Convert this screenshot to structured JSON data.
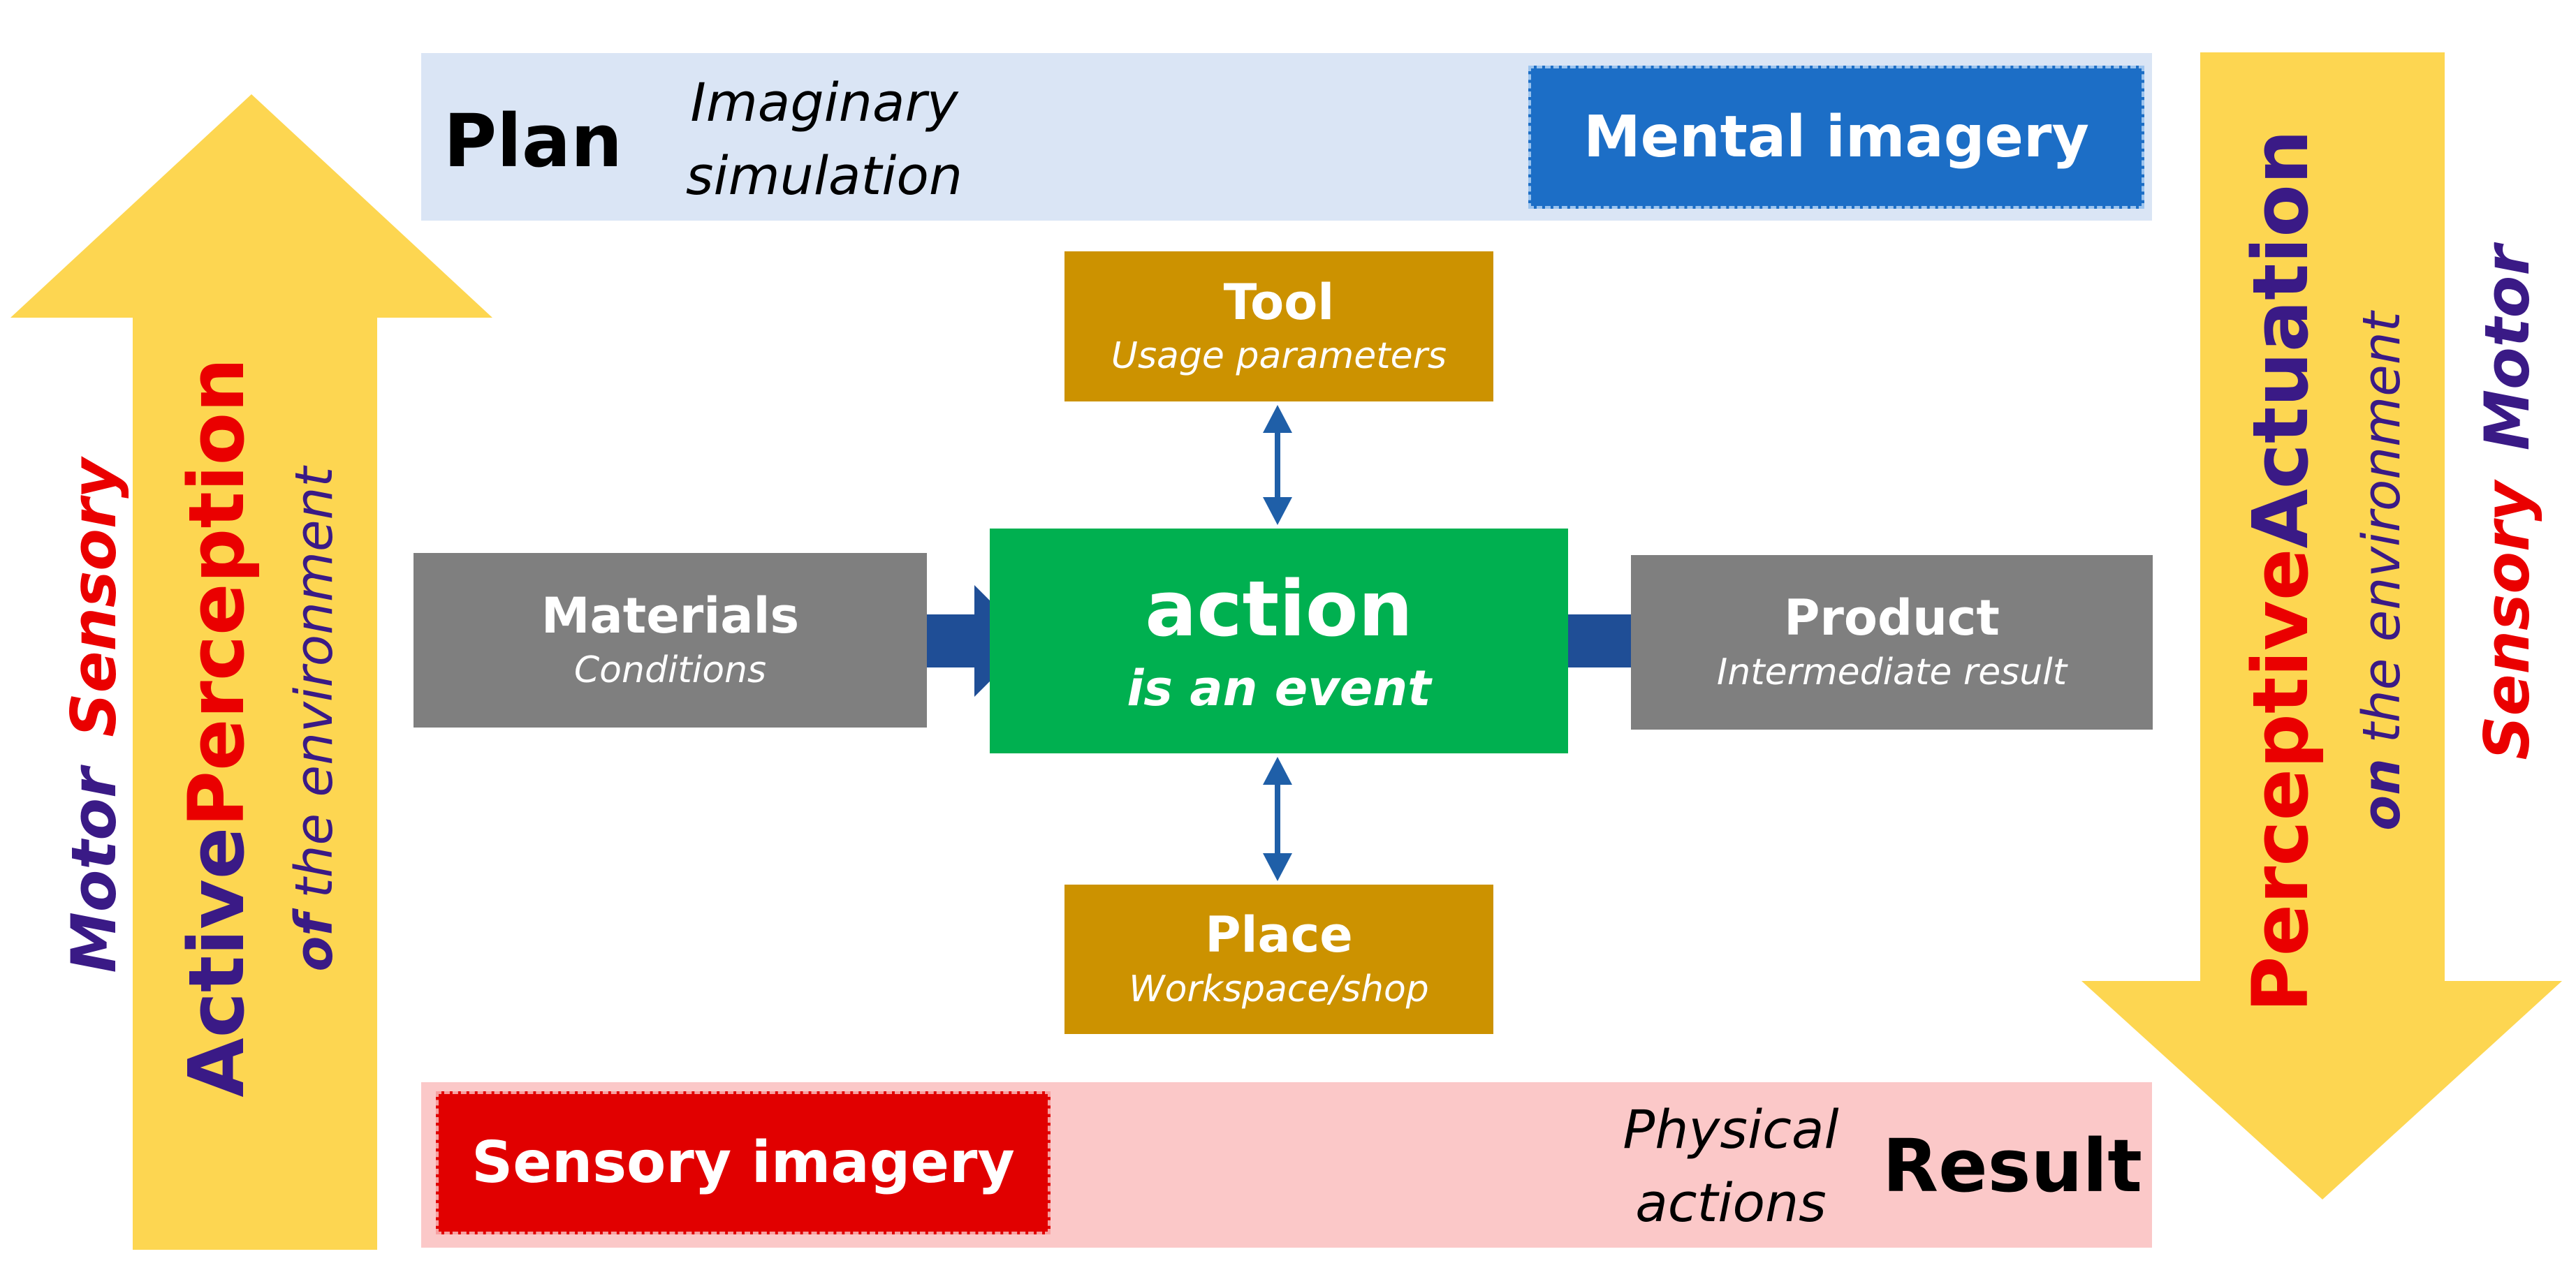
{
  "diagram": {
    "plan": {
      "title": "Plan",
      "subtitle_line1": "Imaginary",
      "subtitle_line2": "simulation",
      "imagery": "Mental imagery"
    },
    "result": {
      "title": "Result",
      "subtitle_line1": "Physical",
      "subtitle_line2": "actions",
      "imagery": "Sensory imagery"
    },
    "action": {
      "title": "action",
      "subtitle": "is an event"
    },
    "tool": {
      "title": "Tool",
      "subtitle": "Usage parameters"
    },
    "place": {
      "title": "Place",
      "subtitle": "Workspace/shop"
    },
    "materials": {
      "title": "Materials",
      "subtitle": "Conditions"
    },
    "product": {
      "title": "Product",
      "subtitle": "Intermediate result"
    },
    "left_arrow": {
      "motor": "Motor",
      "sensory": "Sensory",
      "active": "Active",
      "perception": "Perception",
      "of": "of",
      "environment": "the environment"
    },
    "right_arrow": {
      "perceptive": "Perceptive",
      "actuation": "Actuation",
      "on": "on",
      "environment": "the environment",
      "sensory": "Sensory",
      "motor": "Motor"
    },
    "colors": {
      "arrow_fill": "#fdd651",
      "plan_band": "#dae5f5",
      "result_band": "#fbc8c8",
      "mental_imagery": "#1c6ec6",
      "sensory_imagery": "#e10000",
      "action": "#00b050",
      "tool_place": "#cc9200",
      "materials_product": "#7f7f7f",
      "flow_arrow": "#1f4e96",
      "purple_text": "#3a1a86",
      "red_text": "#ea0000"
    }
  }
}
